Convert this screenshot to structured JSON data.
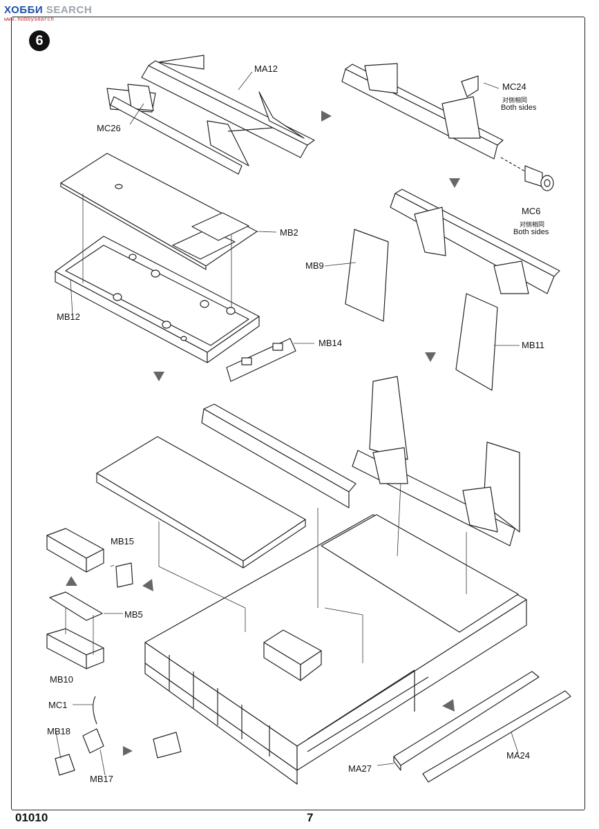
{
  "watermark": {
    "brand_a": "ХОББИ",
    "brand_b": "SEARCH",
    "url": "www.hobbysearch"
  },
  "step_number": "6",
  "parts": {
    "ma12": "MA12",
    "mc26": "MC26",
    "mc24": "MC24",
    "mc6": "MC6",
    "mb2": "MB2",
    "mb12": "MB12",
    "mb14": "MB14",
    "mb9": "MB9",
    "mb11": "MB11",
    "mb15": "MB15",
    "mb5": "MB5",
    "mb10": "MB10",
    "mc1": "MC1",
    "mb18": "MB18",
    "mb17": "MB17",
    "ma27": "MA27",
    "ma24": "MA24"
  },
  "notes": {
    "both_sides_cn": "对侧相同",
    "both_sides_en": "Both sides"
  },
  "footer": {
    "code": "01010",
    "page": "7"
  }
}
